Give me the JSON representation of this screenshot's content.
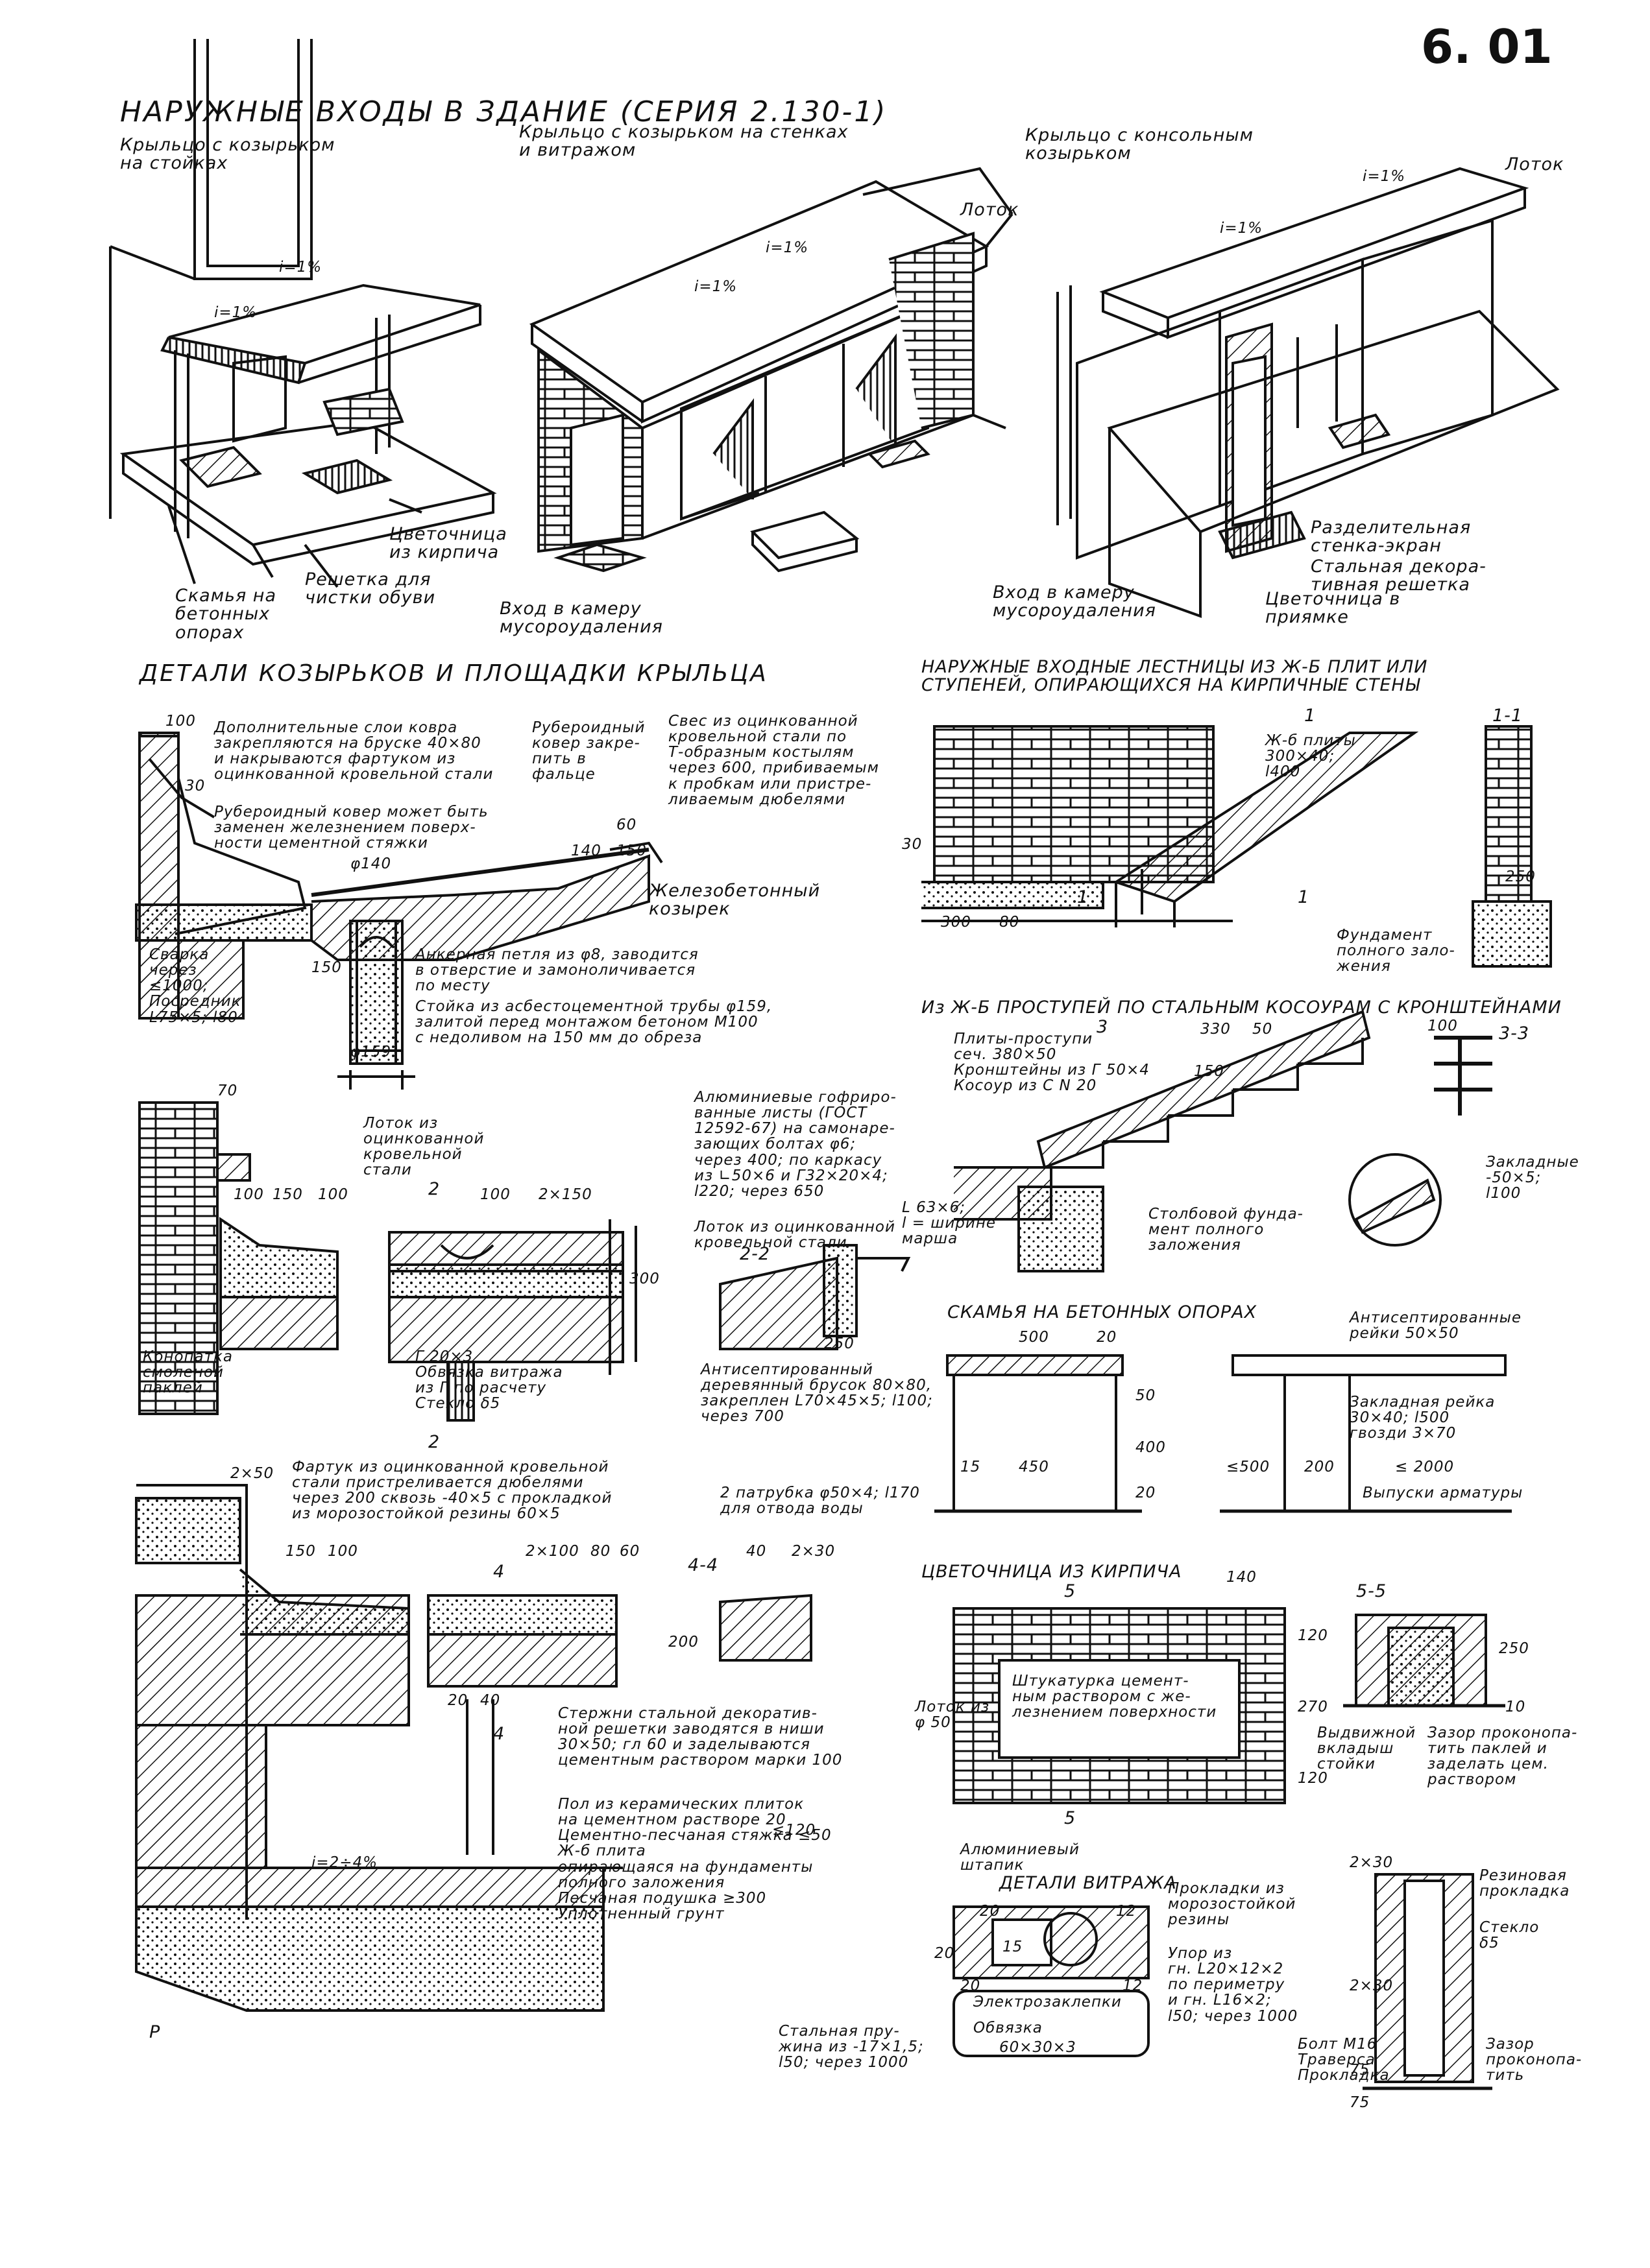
{
  "sheet_number": "6. 01",
  "title": "НАРУЖНЫЕ ВХОДЫ В ЗДАНИЕ (СЕРИЯ 2.130-1)",
  "views": {
    "porch1_title": "Крыльцо с козырьком\nна стойках",
    "porch2_title": "Крыльцо с козырьком на стенках\nи витражом",
    "porch3_title": "Крыльцо с консольным\nкозырьком",
    "slope1": "i=1%",
    "slope2": "i=1%",
    "slope3": "i=1%",
    "slope4": "i=1%",
    "slope5": "i=1%",
    "slope6": "i=1%",
    "lotok1": "Лоток",
    "lotok2": "Лоток",
    "bench_label": "Скамья на\nбетонных\nопорах",
    "grate_label": "Решетка для\nчистки обуви",
    "flowerbed_label": "Цветочница\nиз кирпича",
    "garbage1": "Вход в камеру\nмусороудаления",
    "garbage2": "Вход в камеру\nмусороудаления",
    "partition": "Разделительная\nстенка-экран",
    "steel_grate": "Стальная декора-\nтивная решетка",
    "flowerbed_pit": "Цветочница в\nприямке"
  },
  "canopy": {
    "title": "ДЕТАЛИ КОЗЫРЬКОВ И ПЛОЩАДКИ КРЫЛЬЦА",
    "d100": "100",
    "d30": "30",
    "n1": "Дополнительные слои ковра\nзакрепляются на бруске 40×80\nи накрываются фартуком из\nоцинкованной кровельной стали",
    "n2": "Рубероидный ковер может быть\nзаменен железнением поверх-\nности цементной стяжки",
    "n3": "Рубероидный\nковер закре-\nпить в\nфальце",
    "n4": "Свес из оцинкованной\nкровельной стали по\nТ-образным костылям\nчерез 600, прибиваемым\nк пробкам или пристре-\nливаемым дюбелями",
    "d140": "140",
    "d60": "60",
    "d150": "150",
    "phi140": "φ140",
    "slab": "Железобетонный\nкозырек",
    "weld": "Сварка\nчерез\n≤1000;\nПосредник\nL75×5; l80",
    "d150v": "150",
    "anchor": "Анкерная петля из φ8, заводится\nв отверстие и замоноличивается\nпо месту",
    "post": "Стойка из асбестоцементной трубы φ159,\nзалитой перед монтажом бетоном М100\nс недоливом на 150 мм до обреза",
    "phi159": "φ159"
  },
  "section2": {
    "d70": "70",
    "tray": "Лоток из\nоцинкованной\nкровельной\nстали",
    "d100": "100",
    "d150": "150",
    "d100b": "100",
    "mark2a": "2",
    "d100c": "100",
    "d2x150": "2×150",
    "alum": "Алюминиевые гофриро-\nванные листы (ГОСТ\n12592-67) на самонаре-\nзающих болтах φ6;\nчерез 400; по каркасу\nиз ∟50×6 и Г32×20×4;\nl220; через 650",
    "tray2": "Лоток из оцинкованной\nкровельной стали",
    "sec22": "2-2",
    "d300": "300",
    "d250": "250",
    "tol": "Конопатка\nсмоленой\nпаклей",
    "g20": "Г 20×3\nОбвязка витража\nиз Г по расчету\nСтекло δ5",
    "mark2b": "2",
    "antisept": "Антисептированный\nдеревянный брусок 80×80,\nзакреплен L70×45×5; l100;\nчерез 700"
  },
  "section3": {
    "d2x50": "2×50",
    "apron": "Фартук из оцинкованной кровельной\nстали пристреливается дюбелями\nчерез 200 сквозь -40×5 с прокладкой\nиз морозостойкой резины 60×5",
    "d150": "150",
    "d100": "100",
    "mark4a": "4",
    "d2x100": "2×100",
    "d80": "80",
    "d60": "60",
    "sec44": "4-4",
    "d40": "40",
    "d2x30": "2×30",
    "pipes": "2 патрубка φ50×4; l170\nдля отвода воды",
    "d200": "200",
    "d20": "20",
    "d40b": "40",
    "mark4b": "4",
    "rods": "Стержни стальной декоратив-\nной решетки заводятся в ниши\n30×50; гл 60 и заделываются\nцементным раствором марки 100",
    "floor": "Пол из керамических плиток\nна цементном растворе 20\nЦементно-песчаная стяжка ≤50\nЖ-б плита\nопирающаяся на фундаменты\nполного заложения\nПесчаная подушка ≥300\nУплотненный грунт",
    "d120": "≤120",
    "slope": "i=2÷4%",
    "p": "P"
  },
  "stairs": {
    "title": "НАРУЖНЫЕ ВХОДНЫЕ ЛЕСТНИЦЫ ИЗ Ж-Б ПЛИТ ИЛИ\nСТУПЕНЕЙ, ОПИРАЮЩИХСЯ НА КИРПИЧНЫЕ СТЕНЫ",
    "slabs": "Ж-б плиты\n300×40;\nl400",
    "sec11": "1-1",
    "mark1a": "1",
    "mark1b": "1",
    "mark1c": "1",
    "d30": "30",
    "d300": "300",
    "d80": "80",
    "d250": "250",
    "found": "Фундамент\nполного зало-\nжения",
    "title2": "Из Ж-Б ПРОСТУПЕЙ ПО СТАЛЬНЫМ КОСОУРАМ С КРОНШТЕЙНАМИ",
    "treads": "Плиты-проступи\nсеч. 380×50\nКронштейны из Г 50×4\nКосоур из С N 20",
    "mark3": "3",
    "d330": "330",
    "d50": "50",
    "d100": "100",
    "sec33": "3-3",
    "d150": "150",
    "l63": "L 63×6;\nl = ширине\nмарша",
    "col_found": "Столбовой фунда-\nмент полного\nзаложения",
    "embed": "Закладные\n-50×5;\nl100"
  },
  "bench": {
    "title": "СКАМЬЯ НА БЕТОННЫХ ОПОРАХ",
    "d500": "500",
    "d20": "20",
    "d50": "50",
    "d400": "400",
    "d20b": "20",
    "d15": "15",
    "d450": "450",
    "antisept": "Антисептированные\nрейки 50×50",
    "embed": "Закладная рейка\n30×40; l500\nгвозди 3×70",
    "d500b": "≤500",
    "d200": "200",
    "d2000": "≤ 2000",
    "rebar": "Выпуски арматуры"
  },
  "flowerbed": {
    "title": "ЦВЕТОЧНИЦА ИЗ КИРПИЧА",
    "d140": "140",
    "mark5a": "5",
    "mark5b": "5",
    "d120": "120",
    "d270": "270",
    "d120b": "120",
    "plaster": "Штукатурка цемент-\nным раствором с же-\nлезнением поверхности",
    "tray": "Лоток из\nφ 50",
    "sec55": "5-5",
    "d250": "250",
    "d10": "10",
    "drain": "Выдвижной\nвкладыш\nстойки",
    "gap": "Зазор проконопа-\nтить паклей и\nзаделать цем.\nраствором"
  },
  "vitrage": {
    "title": "ДЕТАЛИ ВИТРАЖА",
    "alum": "Алюминиевый\nштапик",
    "d20a": "20",
    "d12": "12",
    "d15": "15",
    "d20b": "20",
    "d20c": "20",
    "d12b": "12",
    "gaskets": "Прокладки из\nморозостойкой\nрезины",
    "stop": "Упор из\nгн. L20×12×2\nпо периметру\nи гн. L16×2;\nl50; через 1000",
    "welds": "Электрозаклепки",
    "frame": "Обвязка",
    "frame_size": "60×30×3",
    "spring": "Стальная пру-\nжина из -17×1,5;\nl50; через 1000",
    "d2x30": "2×30",
    "rubber": "Резиновая\nпрокладка",
    "glass": "Стекло\nδ5",
    "bolt": "Болт М16\nТраверса\nПрокладка",
    "gap2": "Зазор\nпроконопа-\nтить",
    "d2x30b": "2×30",
    "d75": "75",
    "d75b": "75"
  }
}
